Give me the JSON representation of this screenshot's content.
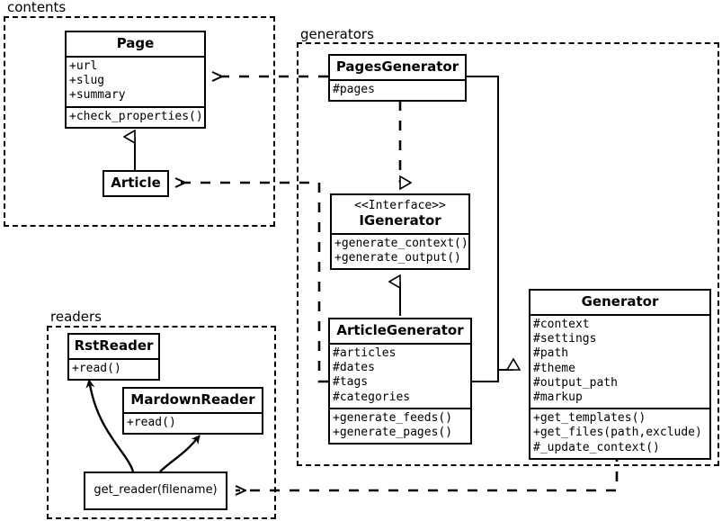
{
  "diagram": {
    "title": "Pelican architecture UML class diagram",
    "stroke_color": "#000000",
    "background_color": "#ffffff"
  },
  "packages": [
    {
      "id": "contents",
      "label": "contents"
    },
    {
      "id": "generators",
      "label": "generators"
    },
    {
      "id": "readers",
      "label": "readers"
    }
  ],
  "classes": {
    "page": {
      "name": "Page",
      "attributes": [
        "+url",
        "+slug",
        "+summary"
      ],
      "methods": [
        "+check_properties()"
      ]
    },
    "article": {
      "name": "Article",
      "attributes": [],
      "methods": []
    },
    "pages_generator": {
      "name": "PagesGenerator",
      "attributes": [
        "#pages"
      ],
      "methods": []
    },
    "igenerator": {
      "stereotype": "<<Interface>>",
      "name": "IGenerator",
      "attributes": [],
      "methods": [
        "+generate_context()",
        "+generate_output()"
      ]
    },
    "article_generator": {
      "name": "ArticleGenerator",
      "attributes": [
        "#articles",
        "#dates",
        "#tags",
        "#categories"
      ],
      "methods": [
        "+generate_feeds()",
        "+generate_pages()"
      ]
    },
    "generator": {
      "name": "Generator",
      "attributes": [
        "#context",
        "#settings",
        "#path",
        "#theme",
        "#output_path",
        "#markup"
      ],
      "methods": [
        "+get_templates()",
        "+get_files(path,exclude)",
        "#_update_context()"
      ]
    },
    "rst_reader": {
      "name": "RstReader",
      "attributes": [],
      "methods": [
        "+read()"
      ]
    },
    "mardown_reader": {
      "name": "MardownReader",
      "attributes": [],
      "methods": [
        "+read()"
      ]
    },
    "get_reader": {
      "name": "get_reader(filename)"
    }
  },
  "relations": [
    {
      "id": "article-generalizes-page",
      "from": "Article",
      "to": "Page",
      "type": "generalization"
    },
    {
      "id": "pagesgenerator-realizes-igenerator",
      "from": "PagesGenerator",
      "to": "IGenerator",
      "type": "realization"
    },
    {
      "id": "articlegenerator-realizes-igenerator",
      "from": "ArticleGenerator",
      "to": "IGenerator",
      "type": "generalization"
    },
    {
      "id": "pagesgenerator-generalizes-generator",
      "from": "PagesGenerator",
      "to": "Generator",
      "type": "generalization"
    },
    {
      "id": "articlegenerator-generalizes-generator",
      "from": "ArticleGenerator",
      "to": "Generator",
      "type": "generalization"
    },
    {
      "id": "pagesgenerator-uses-page",
      "from": "PagesGenerator",
      "to": "Page",
      "type": "dependency"
    },
    {
      "id": "articlegenerator-uses-article",
      "from": "ArticleGenerator",
      "to": "Article",
      "type": "dependency"
    },
    {
      "id": "generator-uses-get-reader",
      "from": "Generator",
      "to": "get_reader(filename)",
      "type": "dependency"
    },
    {
      "id": "get-reader-creates-rstreader",
      "from": "get_reader(filename)",
      "to": "RstReader",
      "type": "creates"
    },
    {
      "id": "get-reader-creates-mardownreader",
      "from": "get_reader(filename)",
      "to": "MardownReader",
      "type": "creates"
    }
  ]
}
